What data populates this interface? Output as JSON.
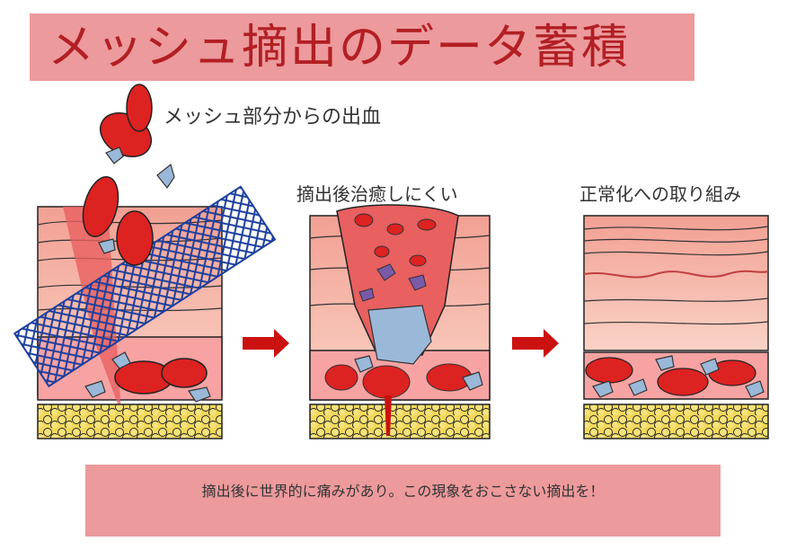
{
  "title": "メッシュ摘出のデータ蓄積",
  "labels": {
    "bleeding": "メッシュ部分からの出血",
    "hard_to_heal": "摘出後治癒しにくい",
    "normalization": "正常化への取り組み"
  },
  "footer": "摘出後に世界的に痛みがあり。この現象をおこさない摘出を！",
  "colors": {
    "banner": "#ec9a9c",
    "title_text": "#b21f24",
    "arrow": "#cc1111",
    "rbc": "#dd2222",
    "mesh": "#1d3f9e",
    "platelet": "#9ab8d8",
    "fat": "#f2d85a"
  }
}
